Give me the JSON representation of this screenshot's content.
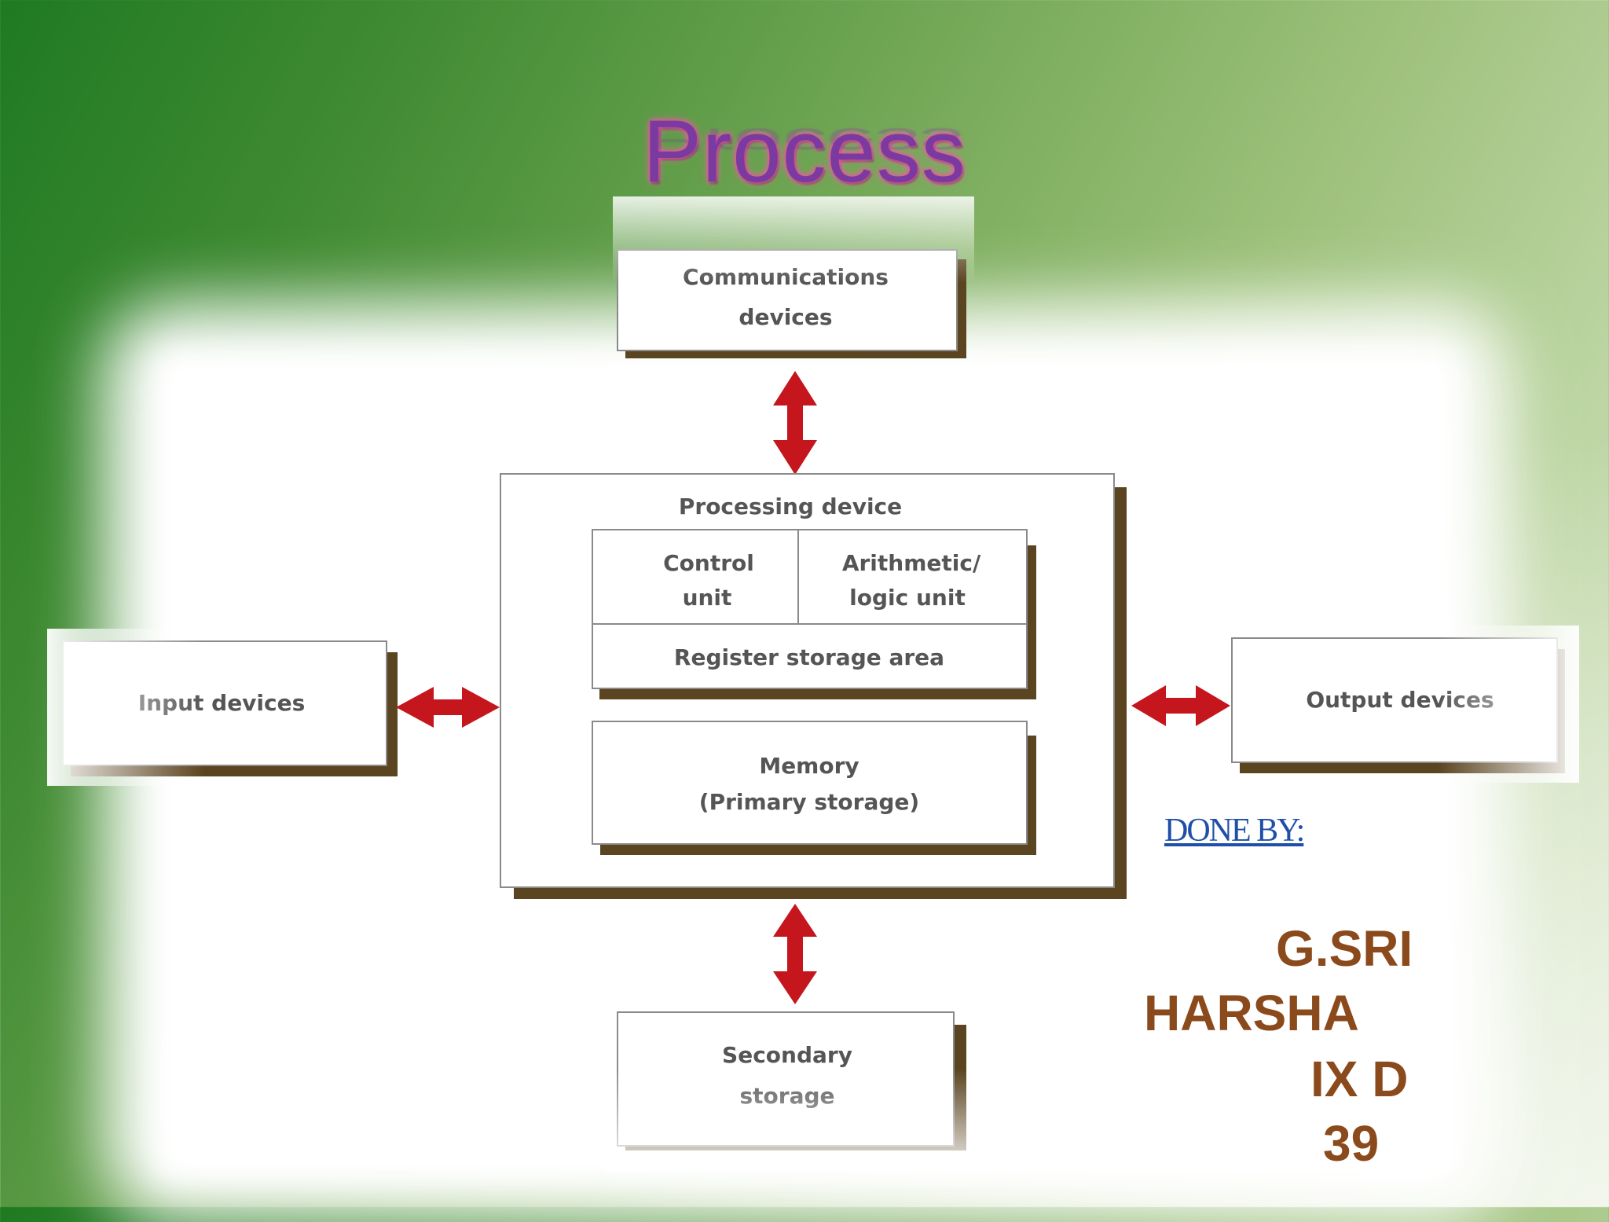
{
  "slide": {
    "title": "Process"
  },
  "diagram": {
    "communications_devices": {
      "line1": "Communications",
      "line2": "devices"
    },
    "processing_device": "Processing device",
    "control_unit": {
      "line1": "Control",
      "line2": "unit"
    },
    "alu": {
      "line1": "Arithmetic/",
      "line2": "logic unit"
    },
    "register_storage": "Register storage area",
    "memory": {
      "line1": "Memory",
      "line2": "(Primary storage)"
    },
    "input_devices": "Input devices",
    "output_devices": "Output devices",
    "secondary_storage": {
      "line1": "Secondary",
      "line2": "storage"
    }
  },
  "credits": {
    "done_by": "DONE BY:",
    "name_first": "G.SRI",
    "name_last": "HARSHA",
    "class": "IX D",
    "roll": "39"
  },
  "colors": {
    "background": "#3f8a32",
    "title": "#7a3aa0",
    "arrows": "#c4161c",
    "box_shadow": "#5b4420",
    "author": "#8b4a1c",
    "done_by": "#1f4fa8"
  }
}
